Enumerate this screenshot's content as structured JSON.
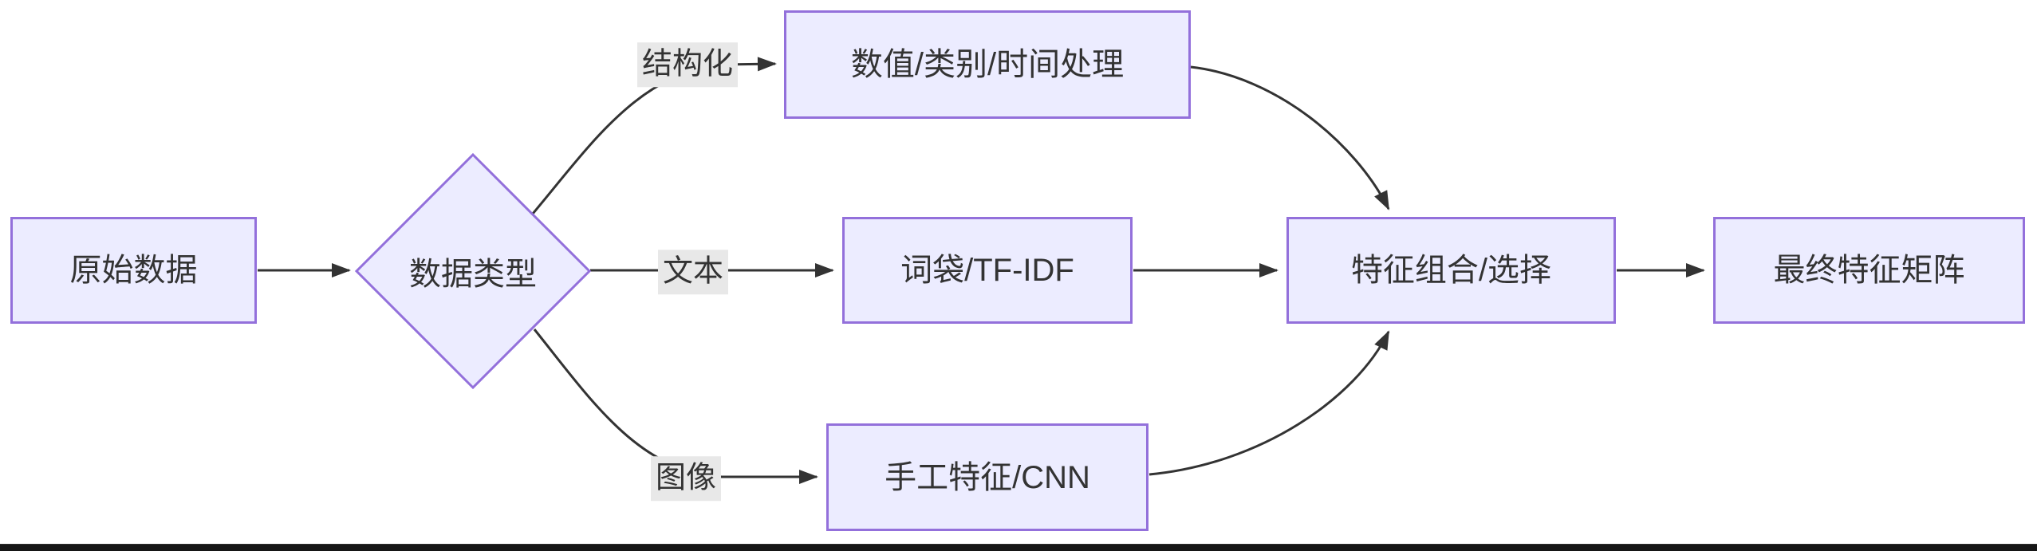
{
  "diagram": {
    "nodes": [
      {
        "id": "raw",
        "shape": "rect",
        "label": "原始数据"
      },
      {
        "id": "data-type",
        "shape": "diamond",
        "label": "数据类型"
      },
      {
        "id": "structured",
        "shape": "rect",
        "label": "数值/类别/时间处理"
      },
      {
        "id": "text",
        "shape": "rect",
        "label": "词袋/TF-IDF"
      },
      {
        "id": "image",
        "shape": "rect",
        "label": "手工特征/CNN"
      },
      {
        "id": "combine",
        "shape": "rect",
        "label": "特征组合/选择"
      },
      {
        "id": "final",
        "shape": "rect",
        "label": "最终特征矩阵"
      }
    ],
    "edge_labels": [
      {
        "id": "branch-structured",
        "label": "结构化"
      },
      {
        "id": "branch-text",
        "label": "文本"
      },
      {
        "id": "branch-image",
        "label": "图像"
      }
    ],
    "colors": {
      "background": "#FFFFFF",
      "node_fill": "#ECECFF",
      "node_border": "#9370DB",
      "edge": "#333333",
      "edge_label_bg": "#E8E8E8",
      "text": "#333333",
      "bottom_bar": "#161616"
    }
  }
}
